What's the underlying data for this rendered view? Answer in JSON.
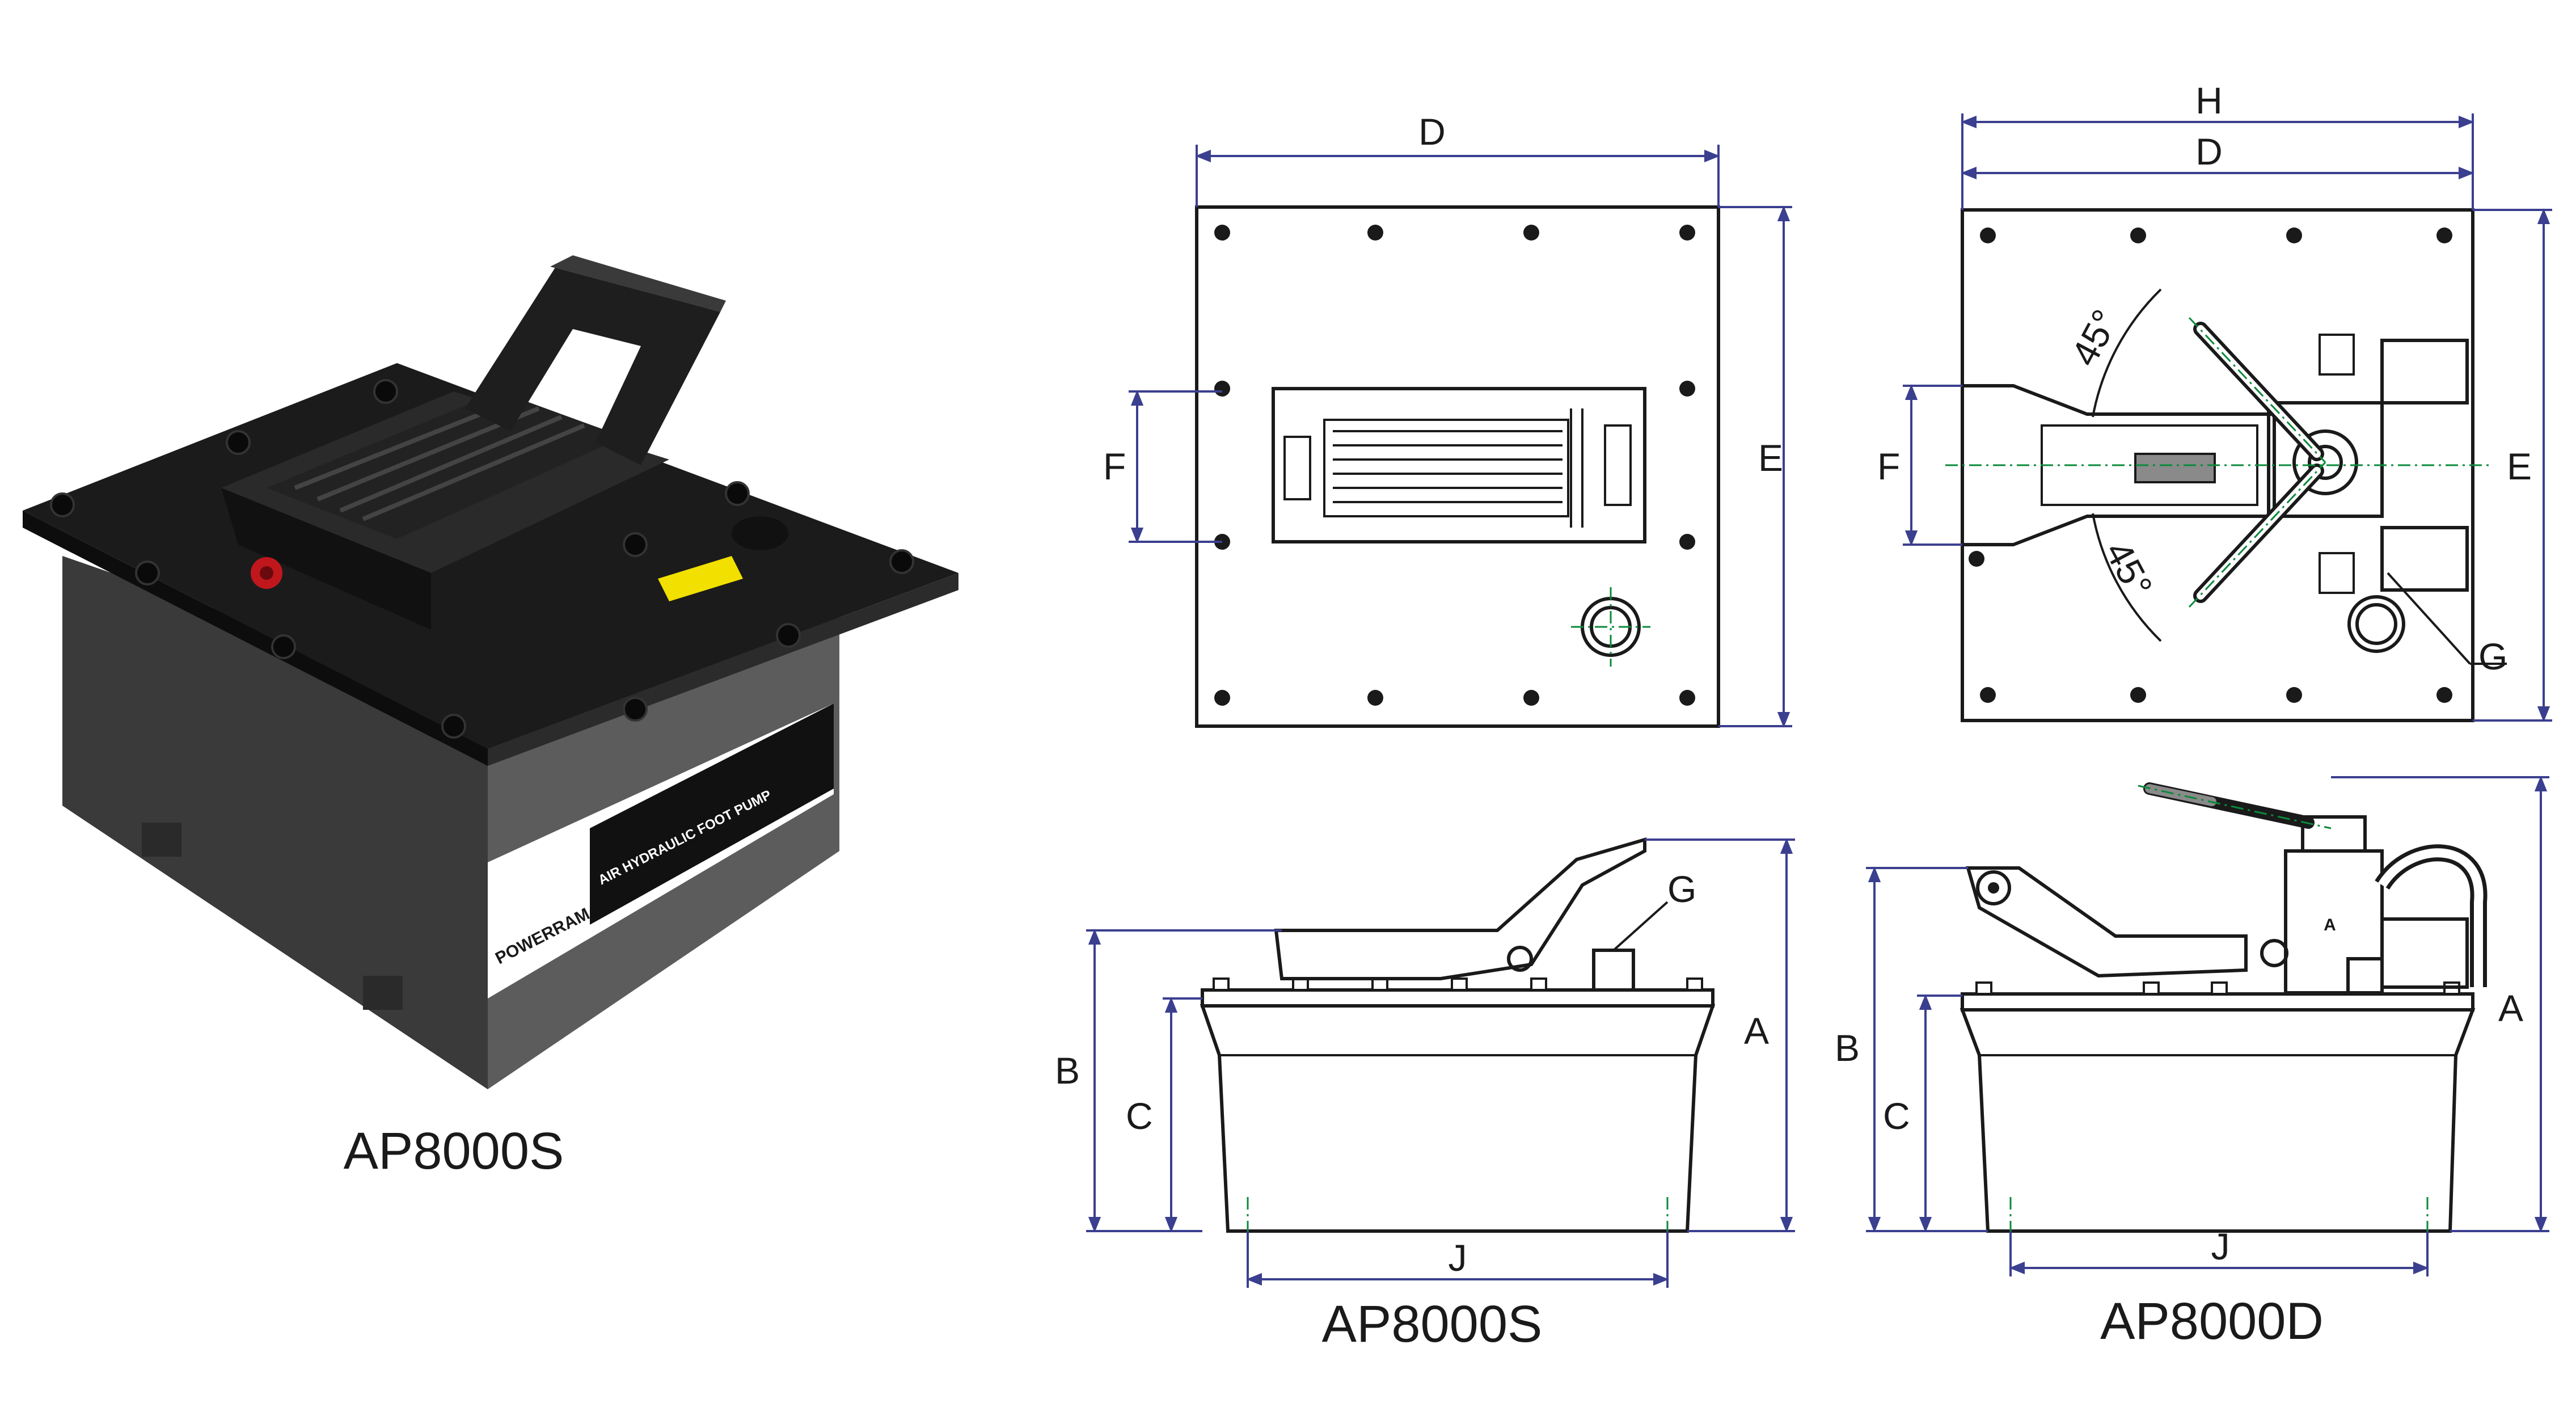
{
  "colors": {
    "body_dark": "#1b1b1b",
    "tank_gray": "#5a5a5a",
    "dimension_blue": "#3b3f8f",
    "centerline_green": "#0a8a3a",
    "label_yellow": "#f2e000",
    "fitting_red": "#c0171d"
  },
  "photo": {
    "caption": "AP8000S",
    "brand": "POWERRAM",
    "label_title": "AIR HYDRAULIC FOOT PUMP"
  },
  "top_view_s": {
    "dims": {
      "d": "D",
      "e": "E",
      "f": "F"
    }
  },
  "top_view_d": {
    "dims": {
      "h": "H",
      "d": "D",
      "e": "E",
      "f": "F",
      "g": "G"
    },
    "angle_upper": "45°",
    "angle_lower": "45°"
  },
  "side_view_s": {
    "caption": "AP8000S",
    "dims": {
      "a": "A",
      "b": "B",
      "c": "C",
      "g": "G",
      "j": "J"
    }
  },
  "side_view_d": {
    "caption": "AP8000D",
    "dims": {
      "a": "A",
      "b": "B",
      "c": "C",
      "j": "J"
    },
    "valve_mark": "A"
  }
}
